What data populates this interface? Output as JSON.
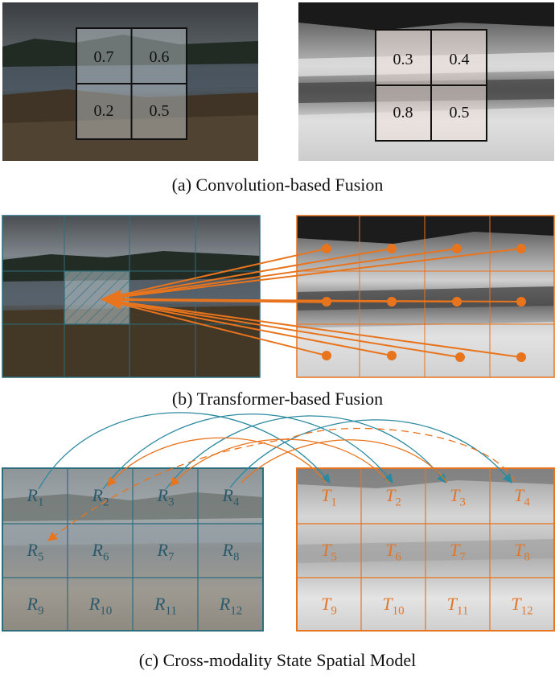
{
  "colors": {
    "teal": "#2c6e7e",
    "teal_text": "#2c5a6b",
    "orange": "#e8741e"
  },
  "panel_a": {
    "caption": "(a) Convolution-based Fusion",
    "rgb_values": [
      "0.7",
      "0.6",
      "0.2",
      "0.5"
    ],
    "thermal_values": [
      "0.3",
      "0.4",
      "0.8",
      "0.5"
    ]
  },
  "panel_b": {
    "caption": "(b) Transformer-based Fusion"
  },
  "panel_c": {
    "caption": "(c) Cross-modality State Spatial Model",
    "r_labels": [
      {
        "base": "R",
        "sub": "1"
      },
      {
        "base": "R",
        "sub": "2"
      },
      {
        "base": "R",
        "sub": "3"
      },
      {
        "base": "R",
        "sub": "4"
      },
      {
        "base": "R",
        "sub": "5"
      },
      {
        "base": "R",
        "sub": "6"
      },
      {
        "base": "R",
        "sub": "7"
      },
      {
        "base": "R",
        "sub": "8"
      },
      {
        "base": "R",
        "sub": "9"
      },
      {
        "base": "R",
        "sub": "10"
      },
      {
        "base": "R",
        "sub": "11"
      },
      {
        "base": "R",
        "sub": "12"
      }
    ],
    "t_labels": [
      {
        "base": "T",
        "sub": "1"
      },
      {
        "base": "T",
        "sub": "2"
      },
      {
        "base": "T",
        "sub": "3"
      },
      {
        "base": "T",
        "sub": "4"
      },
      {
        "base": "T",
        "sub": "5"
      },
      {
        "base": "T",
        "sub": "6"
      },
      {
        "base": "T",
        "sub": "7"
      },
      {
        "base": "T",
        "sub": "8"
      },
      {
        "base": "T",
        "sub": "9"
      },
      {
        "base": "T",
        "sub": "10"
      },
      {
        "base": "T",
        "sub": "11"
      },
      {
        "base": "T",
        "sub": "12"
      }
    ]
  }
}
